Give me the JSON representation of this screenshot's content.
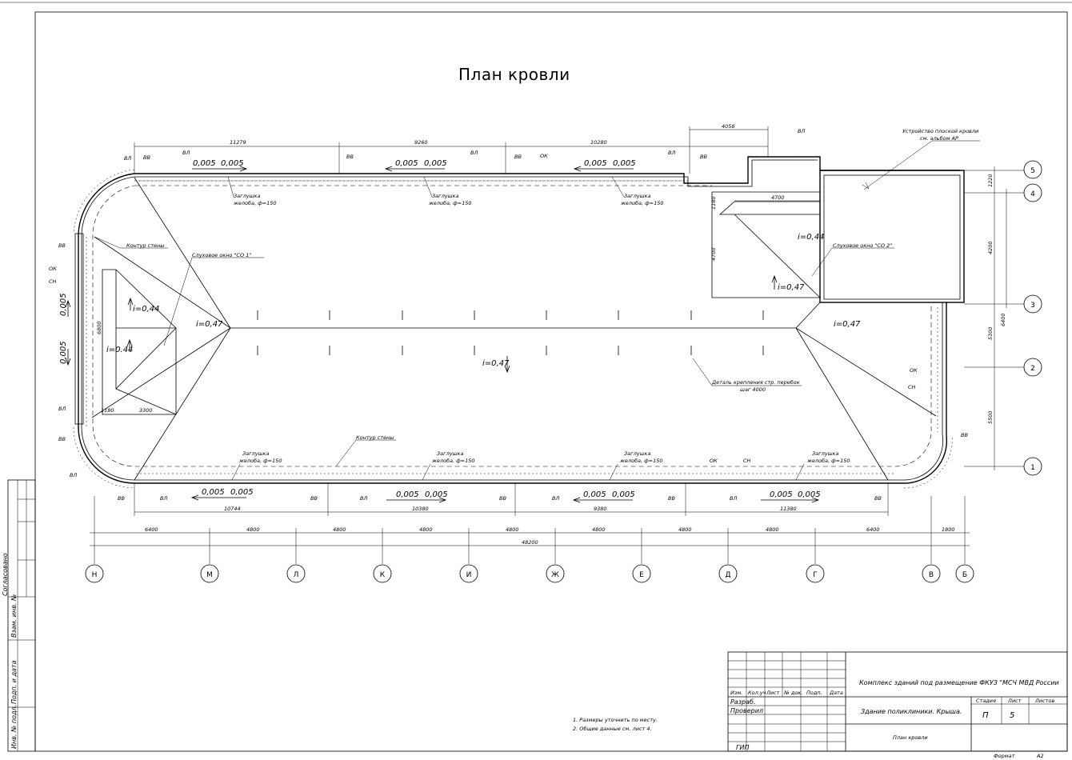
{
  "title": "План кровли",
  "dims": {
    "top": [
      "11279",
      "9260",
      "10280",
      "4058"
    ],
    "bottom_wall": [
      "10744",
      "10380",
      "9380",
      "11380"
    ],
    "axis": [
      "6400",
      "4800",
      "4800",
      "4800",
      "4800",
      "4800",
      "4800",
      "4800",
      "6400",
      "1800"
    ],
    "total": "48200",
    "right": [
      "1220",
      "4200",
      "6400",
      "5300",
      "5500"
    ],
    "inner": [
      "4700",
      "1180",
      "4700"
    ],
    "left": [
      "6800",
      "1180",
      "3300"
    ]
  },
  "axes_letters": [
    "Н",
    "М",
    "Л",
    "К",
    "И",
    "Ж",
    "Е",
    "Д",
    "Г",
    "В",
    "Б"
  ],
  "axes_numbers": [
    "5",
    "4",
    "3",
    "2",
    "1"
  ],
  "slopes": {
    "s005": "0,005",
    "i047": "i=0,47",
    "i044": "i=0,44",
    "i_044": "i=0.44"
  },
  "labels": {
    "VL": "ВЛ",
    "VV": "ВВ",
    "OK": "ОК",
    "SN": "СН",
    "zaglushka": "Заглушка",
    "zhelob": "желоба, ф=150",
    "kontur": "Контур стены",
    "skhod1": "Слуховое окно \"СО 1\"",
    "skhod2": "Слуховое окно \"СО 2\"",
    "flat1": "Устройство плоской кровли",
    "flat2": "см. альбом АР",
    "detail1": "Деталь крепления стр. перебок",
    "detail2": "шаг 4000"
  },
  "notes": [
    "1. Размеры уточнить по месту.",
    "2. Общие данные см. лист 4."
  ],
  "stamp": {
    "project": "Комплекс зданий под размещение ФКУЗ \"МСЧ МВД России",
    "building": "Здание поликлиники. Крыша.",
    "sheet_name": "План кровли",
    "cols": [
      "Изм.",
      "Кол.уч",
      "Лист",
      "№ док.",
      "Подп.",
      "Дата"
    ],
    "rows": [
      "Разраб.",
      "Проверил",
      "ГИП"
    ],
    "stage_h": "Стадия",
    "sheet_h": "Лист",
    "sheets_h": "Листов",
    "stage": "П",
    "sheet": "5",
    "format_label": "Формат",
    "format": "А2"
  },
  "side": {
    "agreed": "Согласовано",
    "inv_repl": "Взам. инв. №",
    "sign_date": "Подп. и дата",
    "inv_orig": "Инв. № подл."
  }
}
